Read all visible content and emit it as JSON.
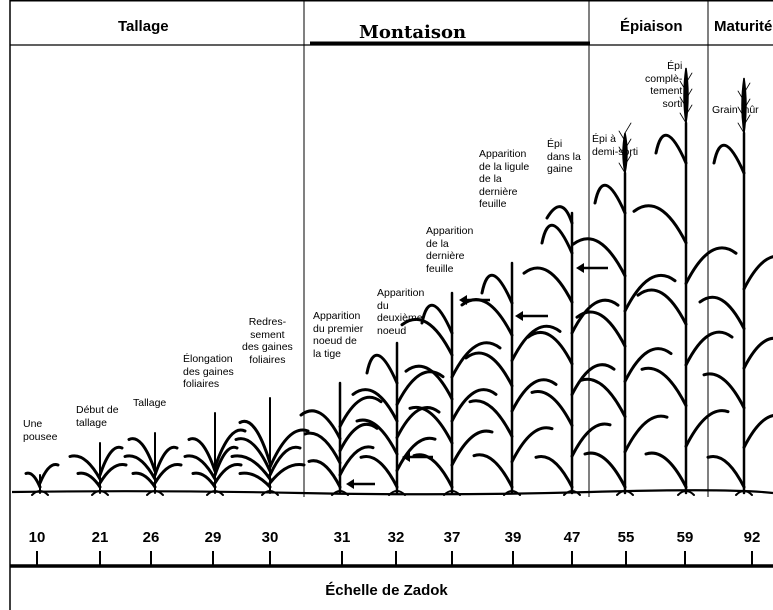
{
  "headers": {
    "tallage": "Tallage",
    "montaison": "Montaison",
    "epiaison": "Épiaison",
    "maturite": "Maturité"
  },
  "stages": [
    {
      "code": "10",
      "label": "Une\npousee"
    },
    {
      "code": "21",
      "label": "Début de\ntallage"
    },
    {
      "code": "26",
      "label": "Tallage"
    },
    {
      "code": "29",
      "label": "Élongation\ndes gaines\nfoliaires"
    },
    {
      "code": "30",
      "label": "Redres-\nsement\ndes gaines\nfoliaires"
    },
    {
      "code": "31",
      "label": "Apparition\ndu premier\nnoeud de\nla tige"
    },
    {
      "code": "32",
      "label": "Apparition\ndu\ndeuxième\nnoeud"
    },
    {
      "code": "37",
      "label": "Apparition\nde la\ndernière\nfeuille"
    },
    {
      "code": "39",
      "label": "Apparition\nde la ligule\nde la\ndernière\nfeuille"
    },
    {
      "code": "47",
      "label": "Épi\ndans la\ngaine"
    },
    {
      "code": "55",
      "label": "Épi à\ndemi-sorti"
    },
    {
      "code": "59",
      "label": "Épi\ncomplè-\ntement\nsorti"
    },
    {
      "code": "92",
      "label": "Grain mûr"
    }
  ],
  "scale_title": "Échelle de Zadok"
}
